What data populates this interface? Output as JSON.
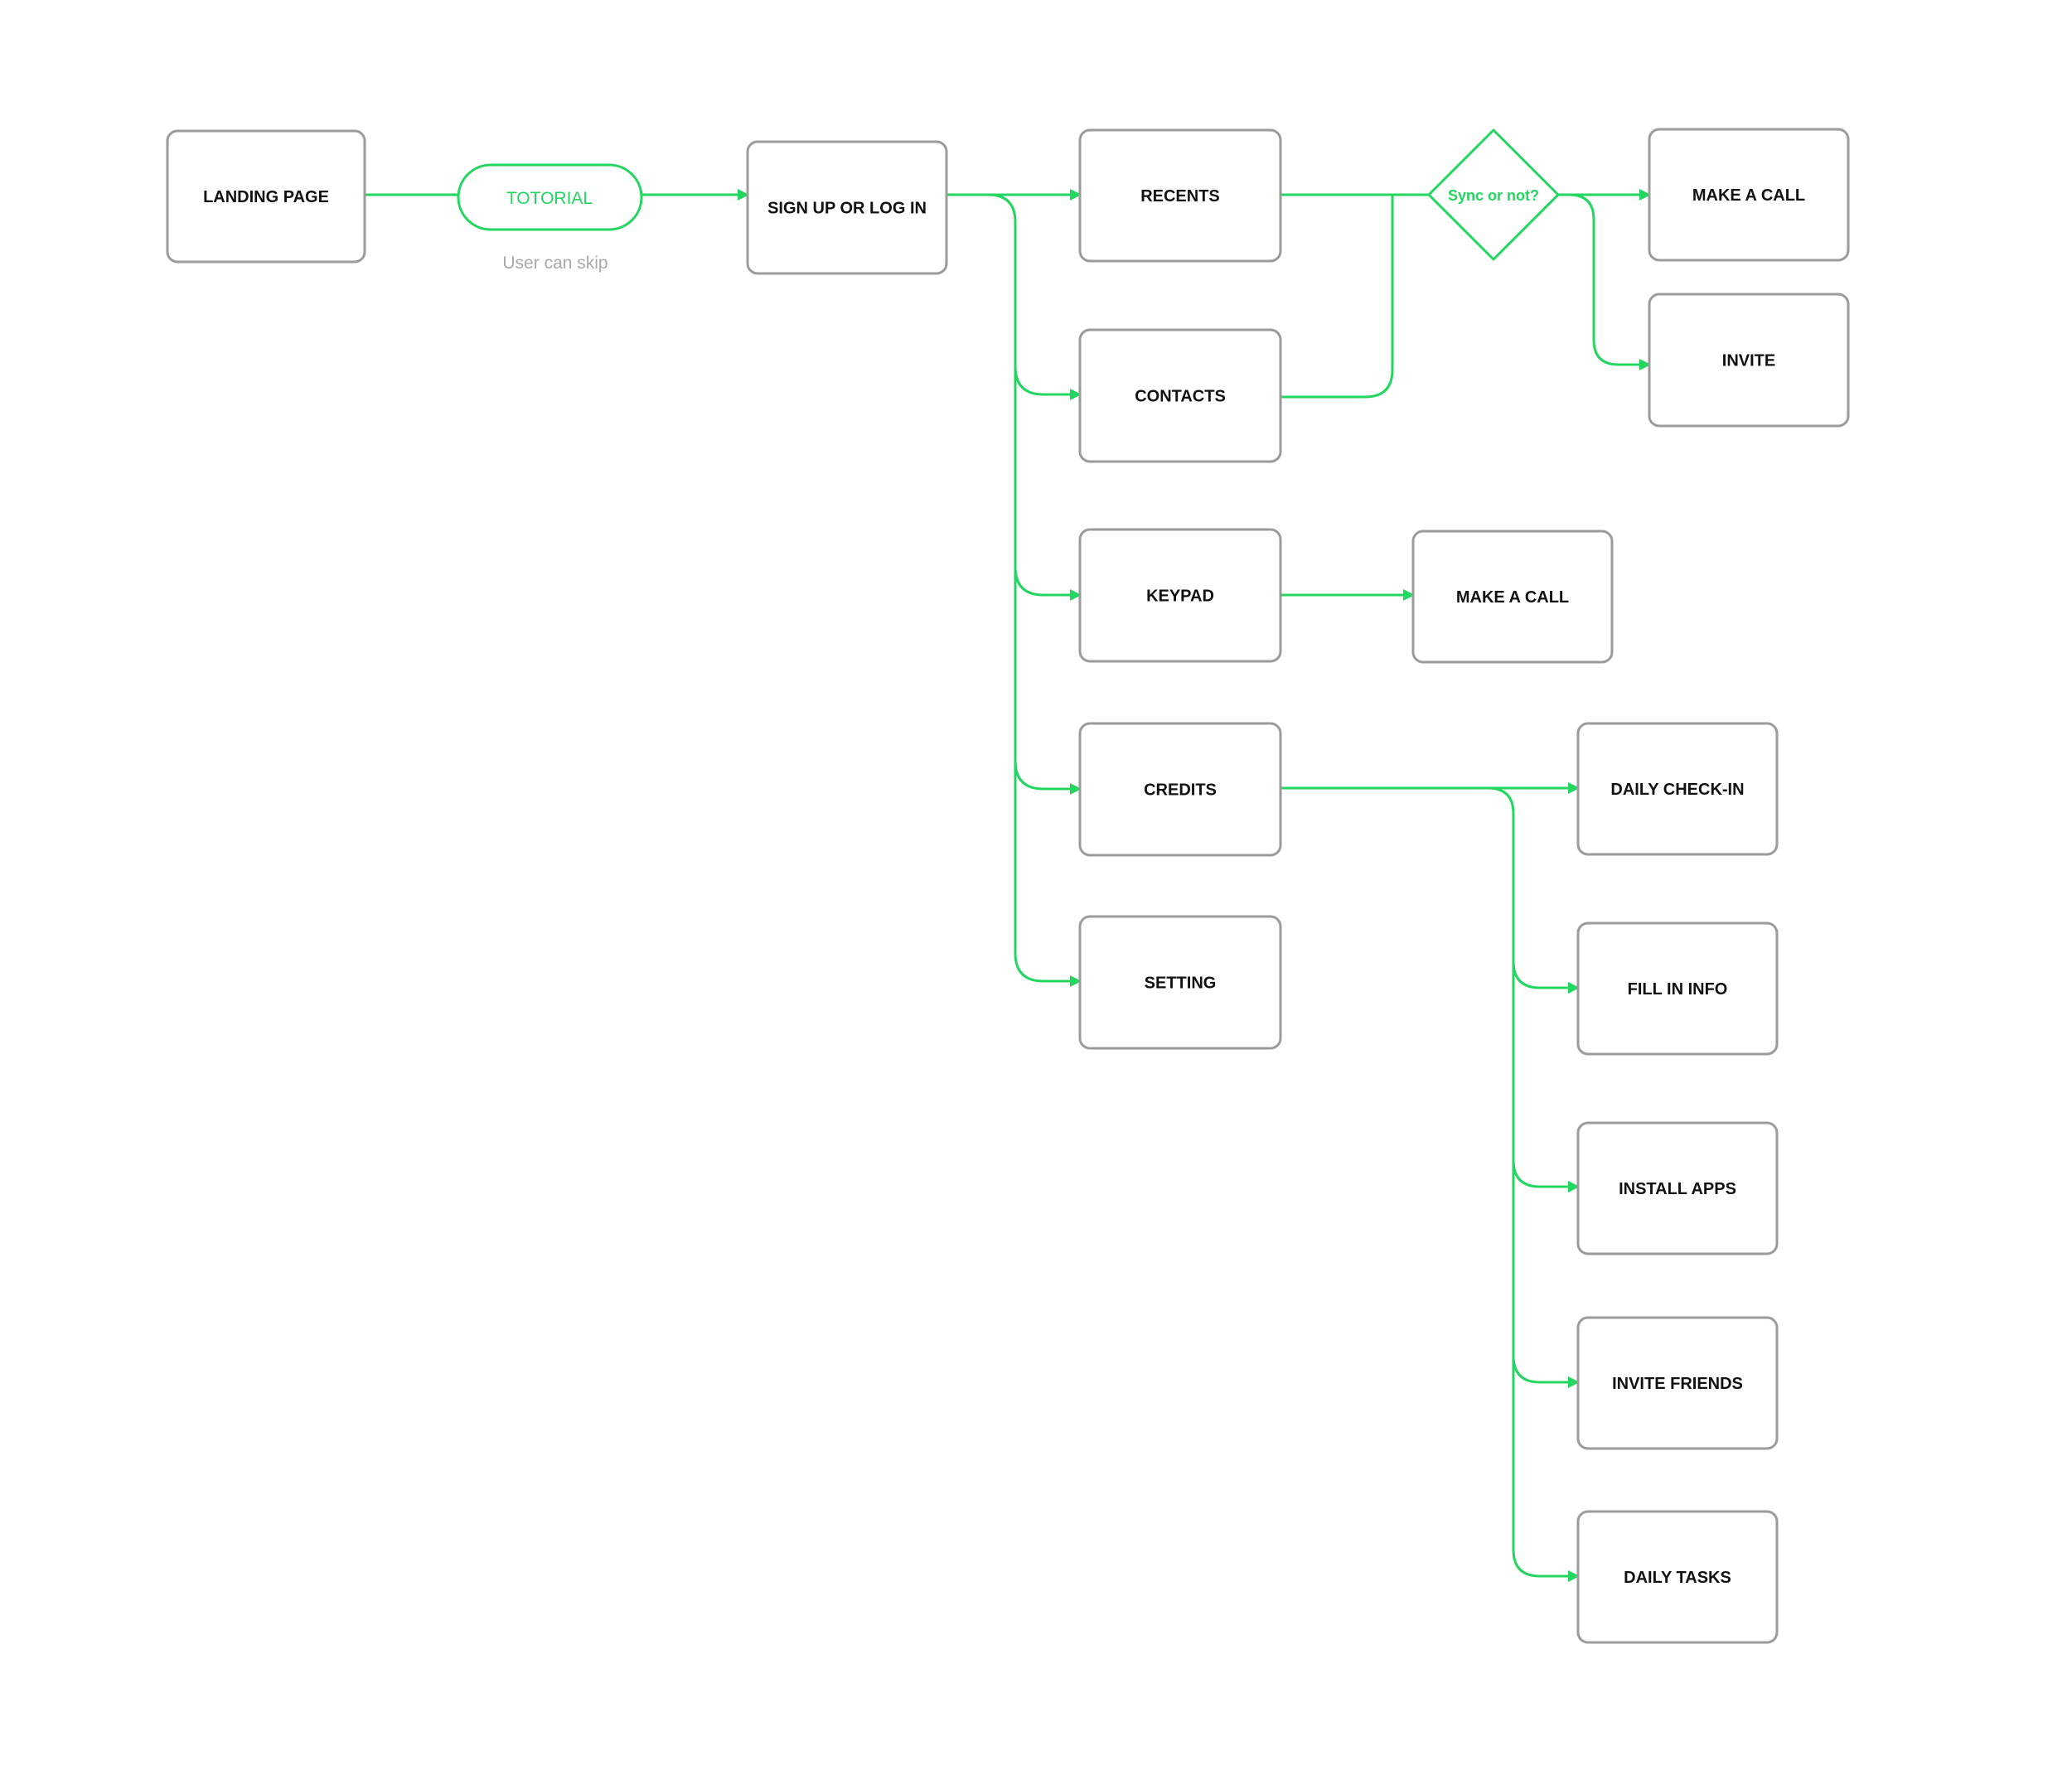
{
  "colors": {
    "accent": "#22d660",
    "box_border": "#9b9b9b",
    "text": "#111111",
    "note": "#a8a8a8"
  },
  "nodes": {
    "landing": "LANDING PAGE",
    "tutorial": "TOTORIAL",
    "tutorial_note": "User can skip",
    "signup": "SIGN UP OR LOG IN",
    "recents": "RECENTS",
    "contacts": "CONTACTS",
    "keypad": "KEYPAD",
    "credits": "CREDITS",
    "setting": "SETTING",
    "sync_decision": "Sync or not?",
    "make_call_1": "MAKE A CALL",
    "invite": "INVITE",
    "make_call_2": "MAKE A CALL",
    "daily_checkin": "DAILY CHECK-IN",
    "fill_info": "FILL IN INFO",
    "install_apps": "INSTALL APPS",
    "invite_friends": "INVITE FRIENDS",
    "daily_tasks": "DAILY TASKS"
  }
}
